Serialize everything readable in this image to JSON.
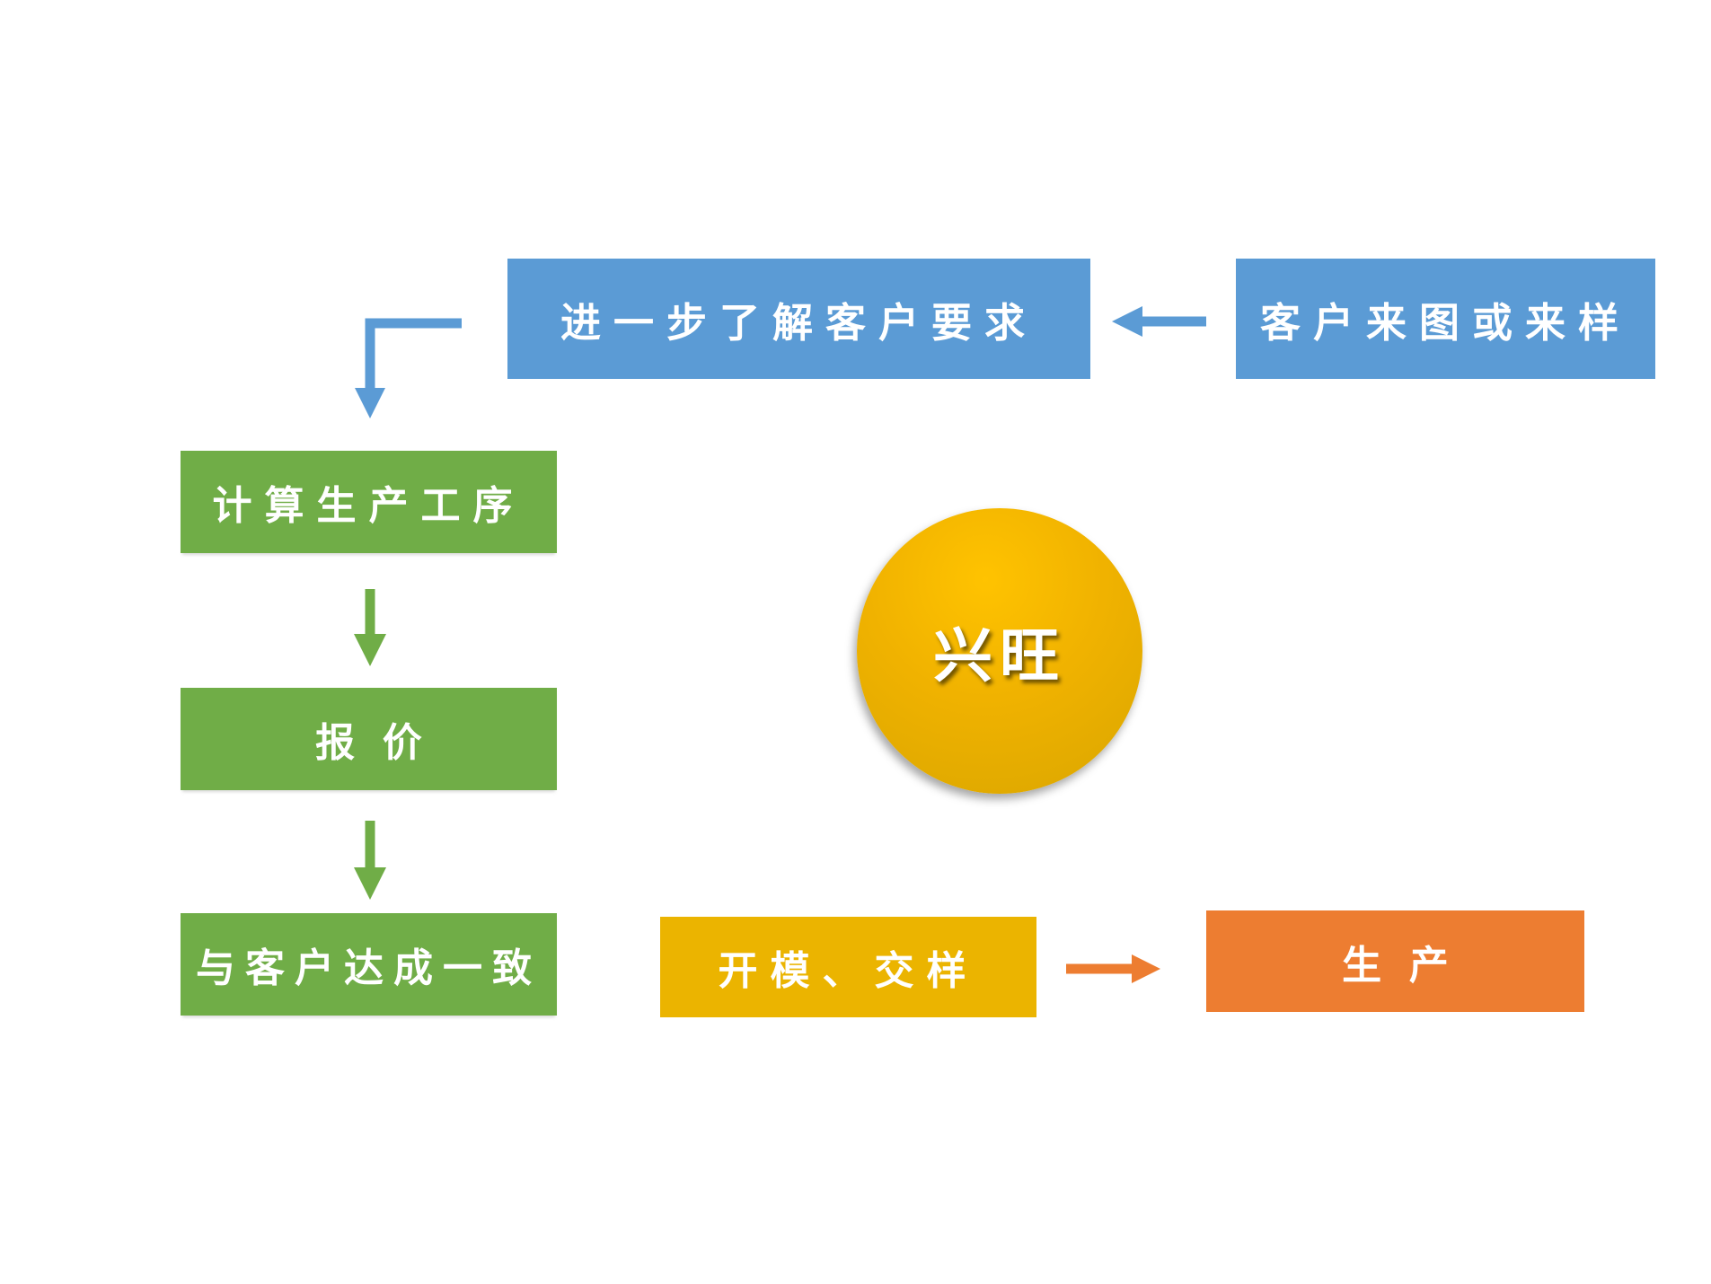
{
  "colors": {
    "blue": "#5b9bd5",
    "green": "#70ad47",
    "yellow": "#ebb400",
    "orange": "#ed7d31",
    "circle": "#f0b200"
  },
  "steps": {
    "further_understand": "进一步了解客户要求",
    "client_drawing": "客户来图或来样",
    "calc_process": "计算生产工序",
    "quote": "报  价",
    "agree": "与客户达成一致",
    "mold_sample": "开模、交样",
    "production": "生  产"
  },
  "center": {
    "label": "兴旺"
  },
  "arrows": [
    {
      "from": "client_drawing",
      "to": "further_understand",
      "color": "blue"
    },
    {
      "from": "further_understand",
      "to": "calc_process",
      "color": "blue"
    },
    {
      "from": "calc_process",
      "to": "quote",
      "color": "green"
    },
    {
      "from": "quote",
      "to": "agree",
      "color": "green"
    },
    {
      "from": "mold_sample",
      "to": "production",
      "color": "orange"
    }
  ]
}
